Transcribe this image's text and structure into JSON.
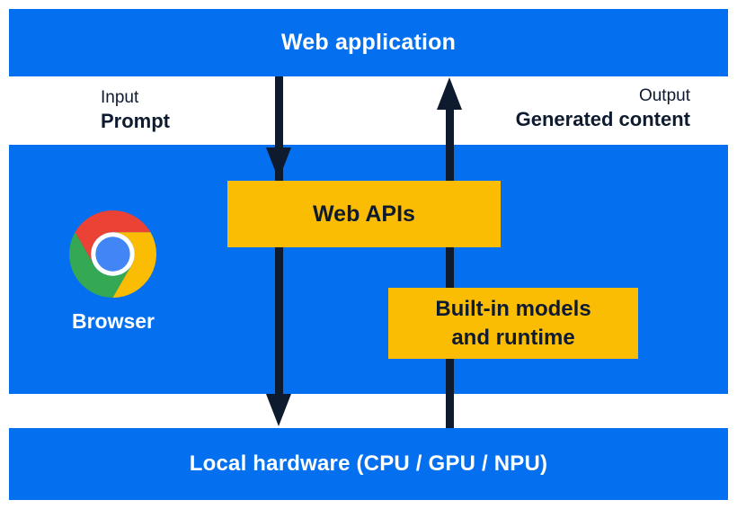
{
  "colors": {
    "layer_blue": "#0470F0",
    "box_yellow": "#FBBC04",
    "ink_navy": "#0E1B2E",
    "text_white": "#FFFFFF",
    "chrome_red": "#EA4335",
    "chrome_yellow": "#FBBC04",
    "chrome_green": "#34A853",
    "chrome_blue": "#4285F4"
  },
  "top_bar": {
    "label": "Web application"
  },
  "io_band": {
    "input_label": "Input",
    "input_value": "Prompt",
    "output_label": "Output",
    "output_value": "Generated content"
  },
  "browser_layer": {
    "browser_label": "Browser",
    "web_apis_label": "Web APIs",
    "builtin_models_line1": "Built-in models",
    "builtin_models_line2": "and runtime"
  },
  "bottom_bar": {
    "label": "Local hardware (CPU / GPU / NPU)"
  }
}
